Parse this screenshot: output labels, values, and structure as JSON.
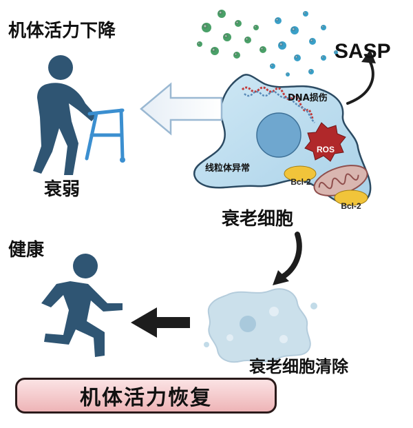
{
  "labels": {
    "vitality_decline": "机体活力下降",
    "frailty": "衰弱",
    "healthy": "健康",
    "senescent_cell": "衰老细胞",
    "senescent_clearance": "衰老细胞清除",
    "recovery": "机体活力恢复",
    "sasp": "SASP",
    "dna_damage": "DNA损伤",
    "mito_abnormal": "线粒体异常",
    "ros": "ROS",
    "bcl2_top": "Bcl-2",
    "bcl2_bottom": "Bcl-2"
  },
  "colors": {
    "figure": "#2f5573",
    "walker": "#3b8fd0",
    "cell_fill": "#b9dcef",
    "cell_stroke": "#2b4a62",
    "nucleus": "#6fa7cf",
    "ros": "#b0282a",
    "bcl2": "#f1c43a",
    "mito": "#d9b6b0",
    "sasp_green": "#4aa068",
    "sasp_blue": "#3aa0c8",
    "banner": "#f1c1c3",
    "arrow_outline": "#9ab8d2",
    "arrow_dark": "#1d1d1d"
  },
  "icons": {
    "elderly_walker": "elderly-walker-icon",
    "runner": "runner-icon",
    "senescent_cell": "cell-icon",
    "cleared_cell": "cleared-cell-icon"
  }
}
